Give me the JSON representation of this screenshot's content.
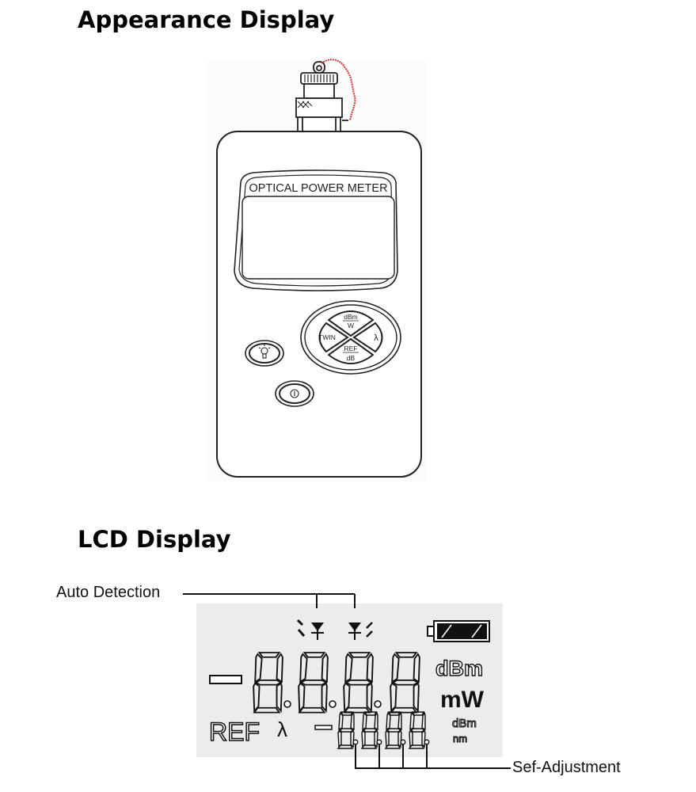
{
  "sections": {
    "appearance": {
      "title": "Appearance Display"
    },
    "lcd": {
      "title": "LCD Display"
    }
  },
  "device": {
    "panel_label": "OPTICAL POWER METER",
    "buttons": {
      "up": {
        "top": "dBm",
        "bottom": "W"
      },
      "left": "TWIN",
      "right": "λ",
      "down": {
        "top": "REF",
        "bottom": "dB"
      },
      "backlight_icon": "light-bulb-icon",
      "power_icon": "power-icon"
    },
    "colors": {
      "body_outline": "#222222",
      "cap_cord": "#d8322e"
    }
  },
  "lcd": {
    "background": "#ececec",
    "main_sign": "−",
    "main_digits": [
      "8.",
      "8.",
      "8.",
      "8"
    ],
    "units_main": [
      "dBm",
      "mW"
    ],
    "sub_label_ref": "REF",
    "sub_label_lambda": "λ",
    "sub_sign": "−",
    "sub_digits": [
      "8.",
      "8.",
      "8.",
      "8."
    ],
    "units_sub": [
      "dBm",
      "nm"
    ],
    "icons": [
      "light-source-left-icon",
      "light-source-right-icon",
      "battery-icon"
    ]
  },
  "callouts": {
    "auto_detection": "Auto Detection",
    "self_adjustment": "Sef-Adjustment"
  }
}
